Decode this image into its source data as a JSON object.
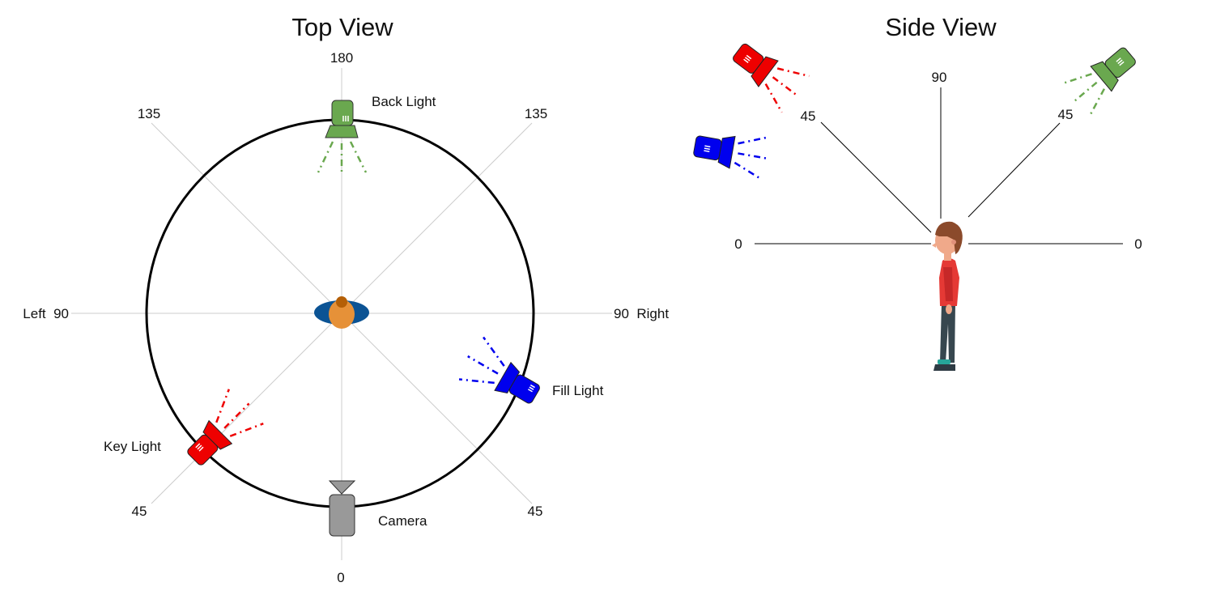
{
  "top_view": {
    "title": "Top View",
    "angles": {
      "top": "180",
      "upper_left": "135",
      "upper_right": "135",
      "left": "Left  90",
      "right": "90  Right",
      "lower_left": "45",
      "lower_right": "45",
      "bottom": "0"
    },
    "lights": [
      {
        "label": "Back Light",
        "color": "#6aa84f"
      },
      {
        "label": "Fill Light",
        "color": "#0000ee"
      },
      {
        "label": "Key Light",
        "color": "#ee0000"
      }
    ],
    "camera": {
      "label": "Camera",
      "color": "#999999"
    },
    "subject_colors": {
      "shoulders": "#0b5394",
      "head": "#e69138",
      "hair": "#b45f06"
    }
  },
  "side_view": {
    "title": "Side View",
    "angles": {
      "left_horizon": "0",
      "right_horizon": "0",
      "left_diagonal": "45",
      "right_diagonal": "45",
      "vertical": "90"
    },
    "lights": [
      {
        "name": "key",
        "color": "#ee0000"
      },
      {
        "name": "fill",
        "color": "#0000ee"
      },
      {
        "name": "back",
        "color": "#6aa84f"
      }
    ],
    "person_colors": {
      "shirt": "#e53935",
      "skin": "#f0a98a",
      "hair": "#8b4a2b",
      "pants": "#37474f",
      "shoes": "#26a69a"
    }
  }
}
